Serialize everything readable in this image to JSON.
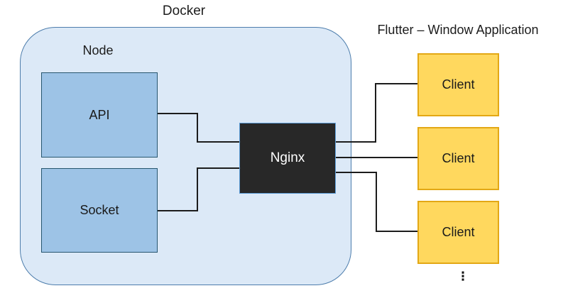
{
  "diagram": {
    "labels": {
      "docker_group": "Docker",
      "node_group": "Node",
      "flutter_group": "Flutter – Window Application",
      "more_clients_ellipsis": "⋮"
    },
    "nodes": {
      "api": {
        "label": "API"
      },
      "socket": {
        "label": "Socket"
      },
      "nginx": {
        "label": "Nginx"
      },
      "clients": [
        {
          "label": "Client"
        },
        {
          "label": "Client"
        },
        {
          "label": "Client"
        }
      ]
    },
    "connections": [
      {
        "from": "API",
        "to": "Nginx"
      },
      {
        "from": "Socket",
        "to": "Nginx"
      },
      {
        "from": "Nginx",
        "to": "Client 1"
      },
      {
        "from": "Nginx",
        "to": "Client 2"
      },
      {
        "from": "Nginx",
        "to": "Client 3"
      }
    ],
    "colors": {
      "docker_fill": "#dce9f7",
      "docker_border": "#4d7dac",
      "node_box_fill": "#9dc3e6",
      "node_box_border": "#27566f",
      "nginx_fill": "#282828",
      "nginx_border": "#5b9bd5",
      "nginx_text": "#ffffff",
      "client_fill": "#ffd85e",
      "client_border": "#e3a815",
      "wire": "#1c1c1c",
      "text": "#1a1a1a"
    }
  }
}
